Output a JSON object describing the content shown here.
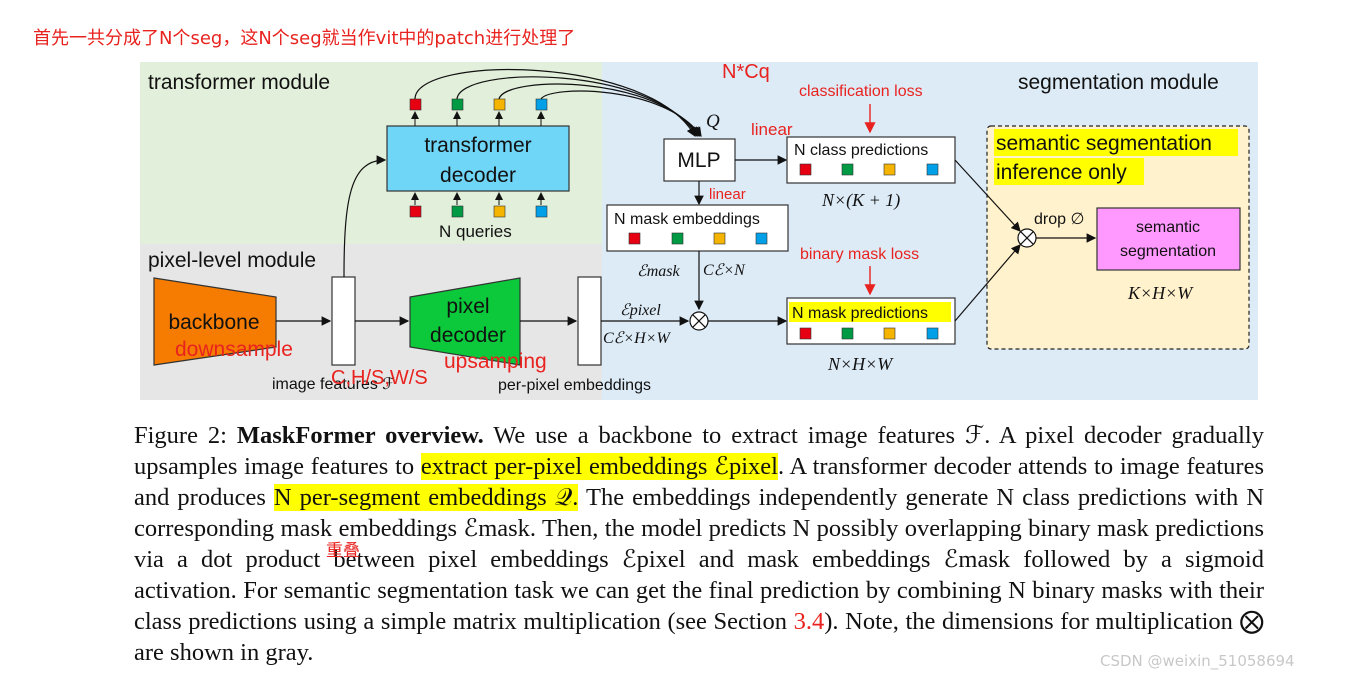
{
  "annotations": {
    "top_note": "首先一共分成了N个seg，这N个seg就当作vit中的patch进行处理了",
    "ncq": "N*Cq",
    "classification_loss": "classification loss",
    "linear_top": "linear",
    "linear_mid": "linear",
    "binary_mask_loss": "binary mask loss",
    "downsample": "downsample",
    "chw": "C,H/S,W/S",
    "upsamping": "upsamping",
    "overlap": "重叠"
  },
  "diagram": {
    "transformer_module_label": "transformer module",
    "segmentation_module_label": "segmentation module",
    "pixel_level_module_label": "pixel-level module",
    "transformer_decoder": [
      "transformer",
      "decoder"
    ],
    "queries_label": "N queries",
    "q_symbol": "Q",
    "mlp_label": "MLP",
    "class_predictions_label": "N class predictions",
    "class_dims": "N×(K + 1)",
    "mask_embeddings_label": "N mask embeddings",
    "e_mask": "ℰmask",
    "c_e_n": "Cℰ×N",
    "backbone_label": "backbone",
    "pixel_decoder": [
      "pixel",
      "decoder"
    ],
    "image_features_label": "image features ℱ",
    "e_pixel": "ℰpixel",
    "c_e_hw": "Cℰ×H×W",
    "per_pixel_label": "per-pixel embeddings",
    "mask_predictions_label": "N mask predictions",
    "mask_dims": "N×H×W",
    "inference_note": [
      "semantic segmentation",
      "inference only"
    ],
    "drop_label": "drop ∅",
    "semantic_seg": [
      "semantic",
      "segmentation"
    ],
    "khw": "K×H×W",
    "colors": {
      "transformer_bg": "#e2efda",
      "segmentation_bg": "#ddebf7",
      "pixel_bg": "#e7e6e6",
      "decoder_fill": "#6fd6f8",
      "backbone_fill": "#f57c00",
      "pixel_decoder_fill": "#0bc93a",
      "inference_bg": "#fff2cc",
      "semantic_fill": "#ff99ff",
      "highlight": "#ffff00",
      "square_red": "#e60012",
      "square_green": "#009944",
      "square_yellow": "#f4b400",
      "square_blue": "#00a0e9"
    }
  },
  "caption": {
    "fig_label": "Figure 2: ",
    "title": "MaskFormer overview.",
    "s1": " We use a backbone to extract image features ℱ. A pixel decoder gradually upsamples image features to ",
    "h1": "extract per-pixel embeddings ℰpixel",
    "s2": ". A transformer decoder attends to image features and produces ",
    "h2": "N per-segment embeddings 𝒬.",
    "s3": " The embeddings independently generate N class predictions with N corresponding mask embeddings ℰmask. Then, the model predicts N possibly overlapping binary mask predictions via a dot product between pixel embeddings ℰpixel and mask embeddings ℰmask followed by a sigmoid activation. For semantic segmentation task we can get the final prediction by combining N binary masks with their class predictions using a simple matrix multiplication (see Section ",
    "ref": "3.4",
    "s4": "). Note, the dimensions for multiplication ⨂ are shown in gray."
  },
  "watermark": "CSDN @weixin_51058694"
}
